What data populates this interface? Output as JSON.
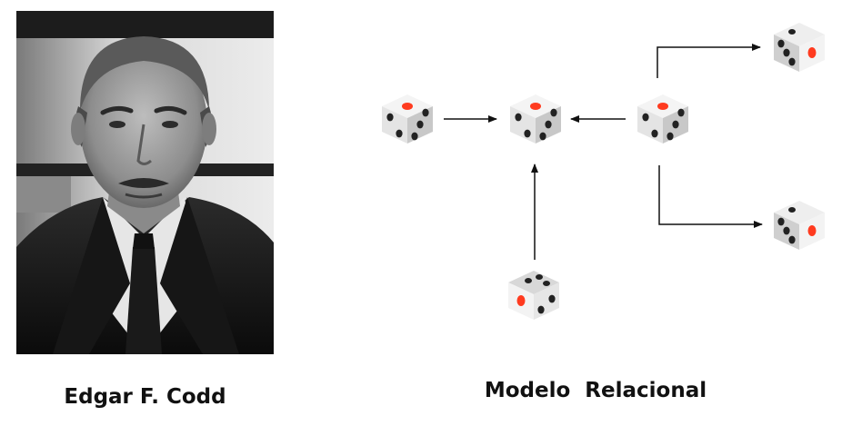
{
  "captions": {
    "person": "Edgar F. Codd",
    "model": "Modelo  Relacional"
  },
  "icons": {
    "portrait": "portrait-photo",
    "node": "die-icon",
    "edge": "arrow"
  },
  "colors": {
    "die_face": "#f2f2f2",
    "die_shade": "#c9c9c9",
    "pip": "#222222",
    "pip_accent": "#ff3b1f",
    "arrow": "#111111"
  }
}
